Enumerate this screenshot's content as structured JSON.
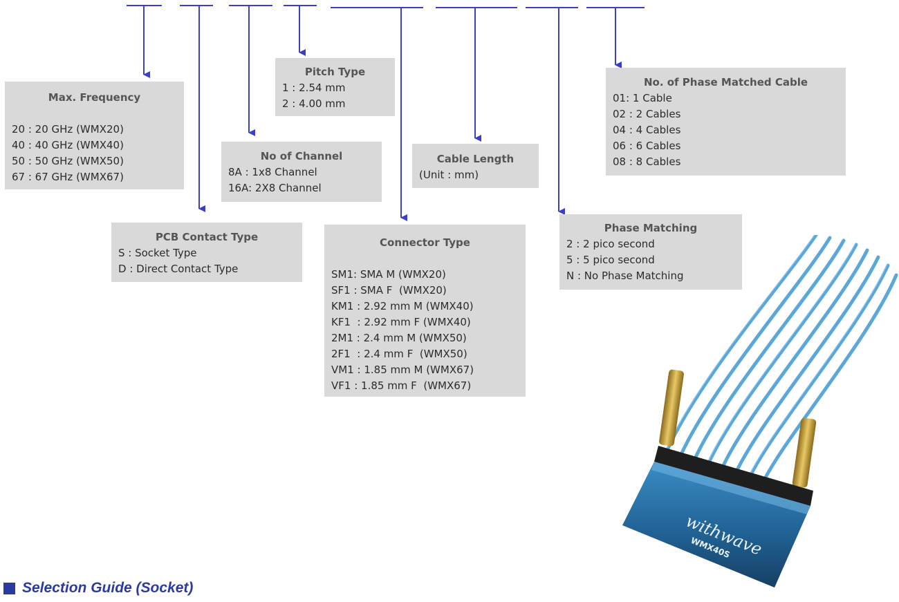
{
  "boxes": {
    "max_frequency": {
      "title": "Max. Frequency",
      "lines": [
        "20 : 20 GHz (WMX20)",
        "40 : 40 GHz (WMX40)",
        "50 : 50 GHz (WMX50)",
        "67 : 67 GHz (WMX67)"
      ]
    },
    "pcb_contact_type": {
      "title": "PCB Contact Type",
      "lines": [
        "S : Socket Type",
        "D : Direct Contact Type"
      ]
    },
    "no_of_channel": {
      "title": "No of Channel",
      "lines": [
        "8A : 1x8 Channel",
        "16A: 2X8 Channel"
      ]
    },
    "pitch_type": {
      "title": "Pitch Type",
      "lines": [
        "1 : 2.54 mm",
        "2 : 4.00 mm"
      ]
    },
    "connector_type": {
      "title": "Connector Type",
      "lines": [
        "SM1: SMA M (WMX20)",
        "SF1 : SMA F  (WMX20)",
        "KM1 : 2.92 mm M (WMX40)",
        "KF1  : 2.92 mm F (WMX40)",
        "2M1 : 2.4 mm M (WMX50)",
        "2F1  : 2.4 mm F  (WMX50)",
        "VM1 : 1.85 mm M (WMX67)",
        "VF1 : 1.85 mm F  (WMX67)"
      ]
    },
    "cable_length": {
      "title": "Cable Length",
      "lines": [
        "(Unit : mm)"
      ]
    },
    "phase_matching": {
      "title": "Phase Matching",
      "lines": [
        "2 : 2 pico second",
        "5 : 5 pico second",
        "N : No Phase Matching"
      ]
    },
    "no_phase_matched_cable": {
      "title": "No. of Phase Matched Cable",
      "lines": [
        "01: 1 Cable",
        "02 : 2 Cables",
        "04 : 4 Cables",
        "06 : 6 Cables",
        "08 : 8 Cables"
      ]
    }
  },
  "photo": {
    "brand": "withwave",
    "model": "WMX40S"
  },
  "footer": {
    "heading": "Selection Guide (Socket)"
  },
  "colors": {
    "arrow": "#3a3fc4",
    "box_bg": "#d9d9d9",
    "heading": "#2b3aa0",
    "cable": "#5aa7d8",
    "connector_body": "#2a6ea0"
  }
}
